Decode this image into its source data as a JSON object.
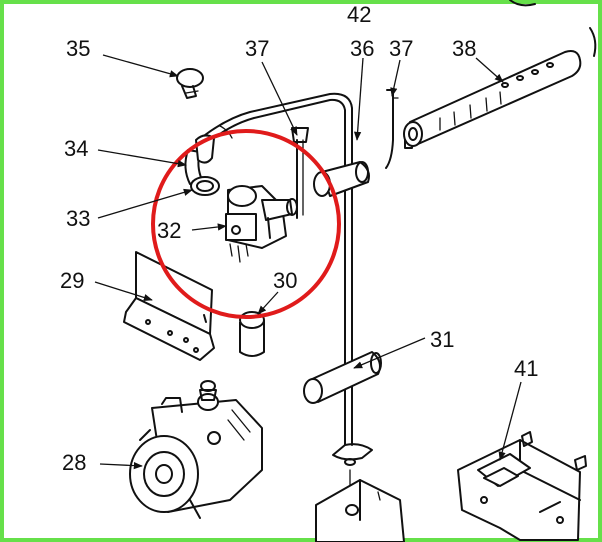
{
  "labels": {
    "l42": "42",
    "l35": "35",
    "l37a": "37",
    "l36": "36",
    "l37b": "37",
    "l38": "38",
    "l34": "34",
    "l33": "33",
    "l32": "32",
    "l29": "29",
    "l30": "30",
    "l31": "31",
    "l41": "41",
    "l28": "28"
  },
  "colors": {
    "frame": "#66e04a",
    "highlight": "#e01b1b",
    "ink": "#111111"
  }
}
